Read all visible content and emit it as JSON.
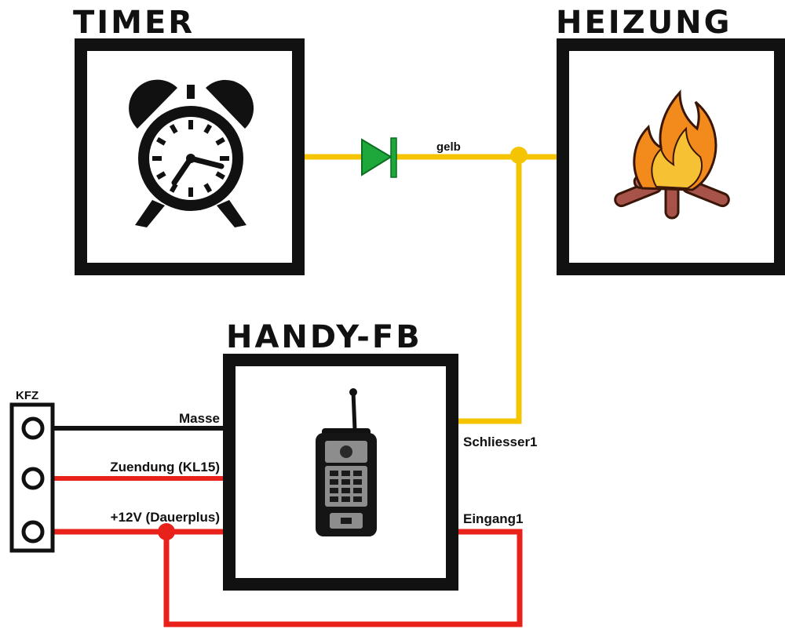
{
  "blocks": {
    "timer": "TIMER",
    "heating": "HEIZUNG",
    "remote": "HANDY-FB"
  },
  "connector": {
    "label": "KFZ"
  },
  "wires": {
    "masse": "Masse",
    "zuendung": "Zuendung (KL15)",
    "dauerplus": "+12V (Dauerplus)",
    "gelb": "gelb",
    "schliesser": "Schliesser1",
    "eingang": "Eingang1"
  },
  "colors": {
    "yellow_wire": "#F5C400",
    "red_wire": "#E8221A",
    "black_wire": "#111111",
    "diode": "#1EA83C"
  },
  "icons": {
    "timer": "alarm-clock-icon",
    "heating": "fire-icon",
    "remote": "mobile-phone-icon"
  }
}
